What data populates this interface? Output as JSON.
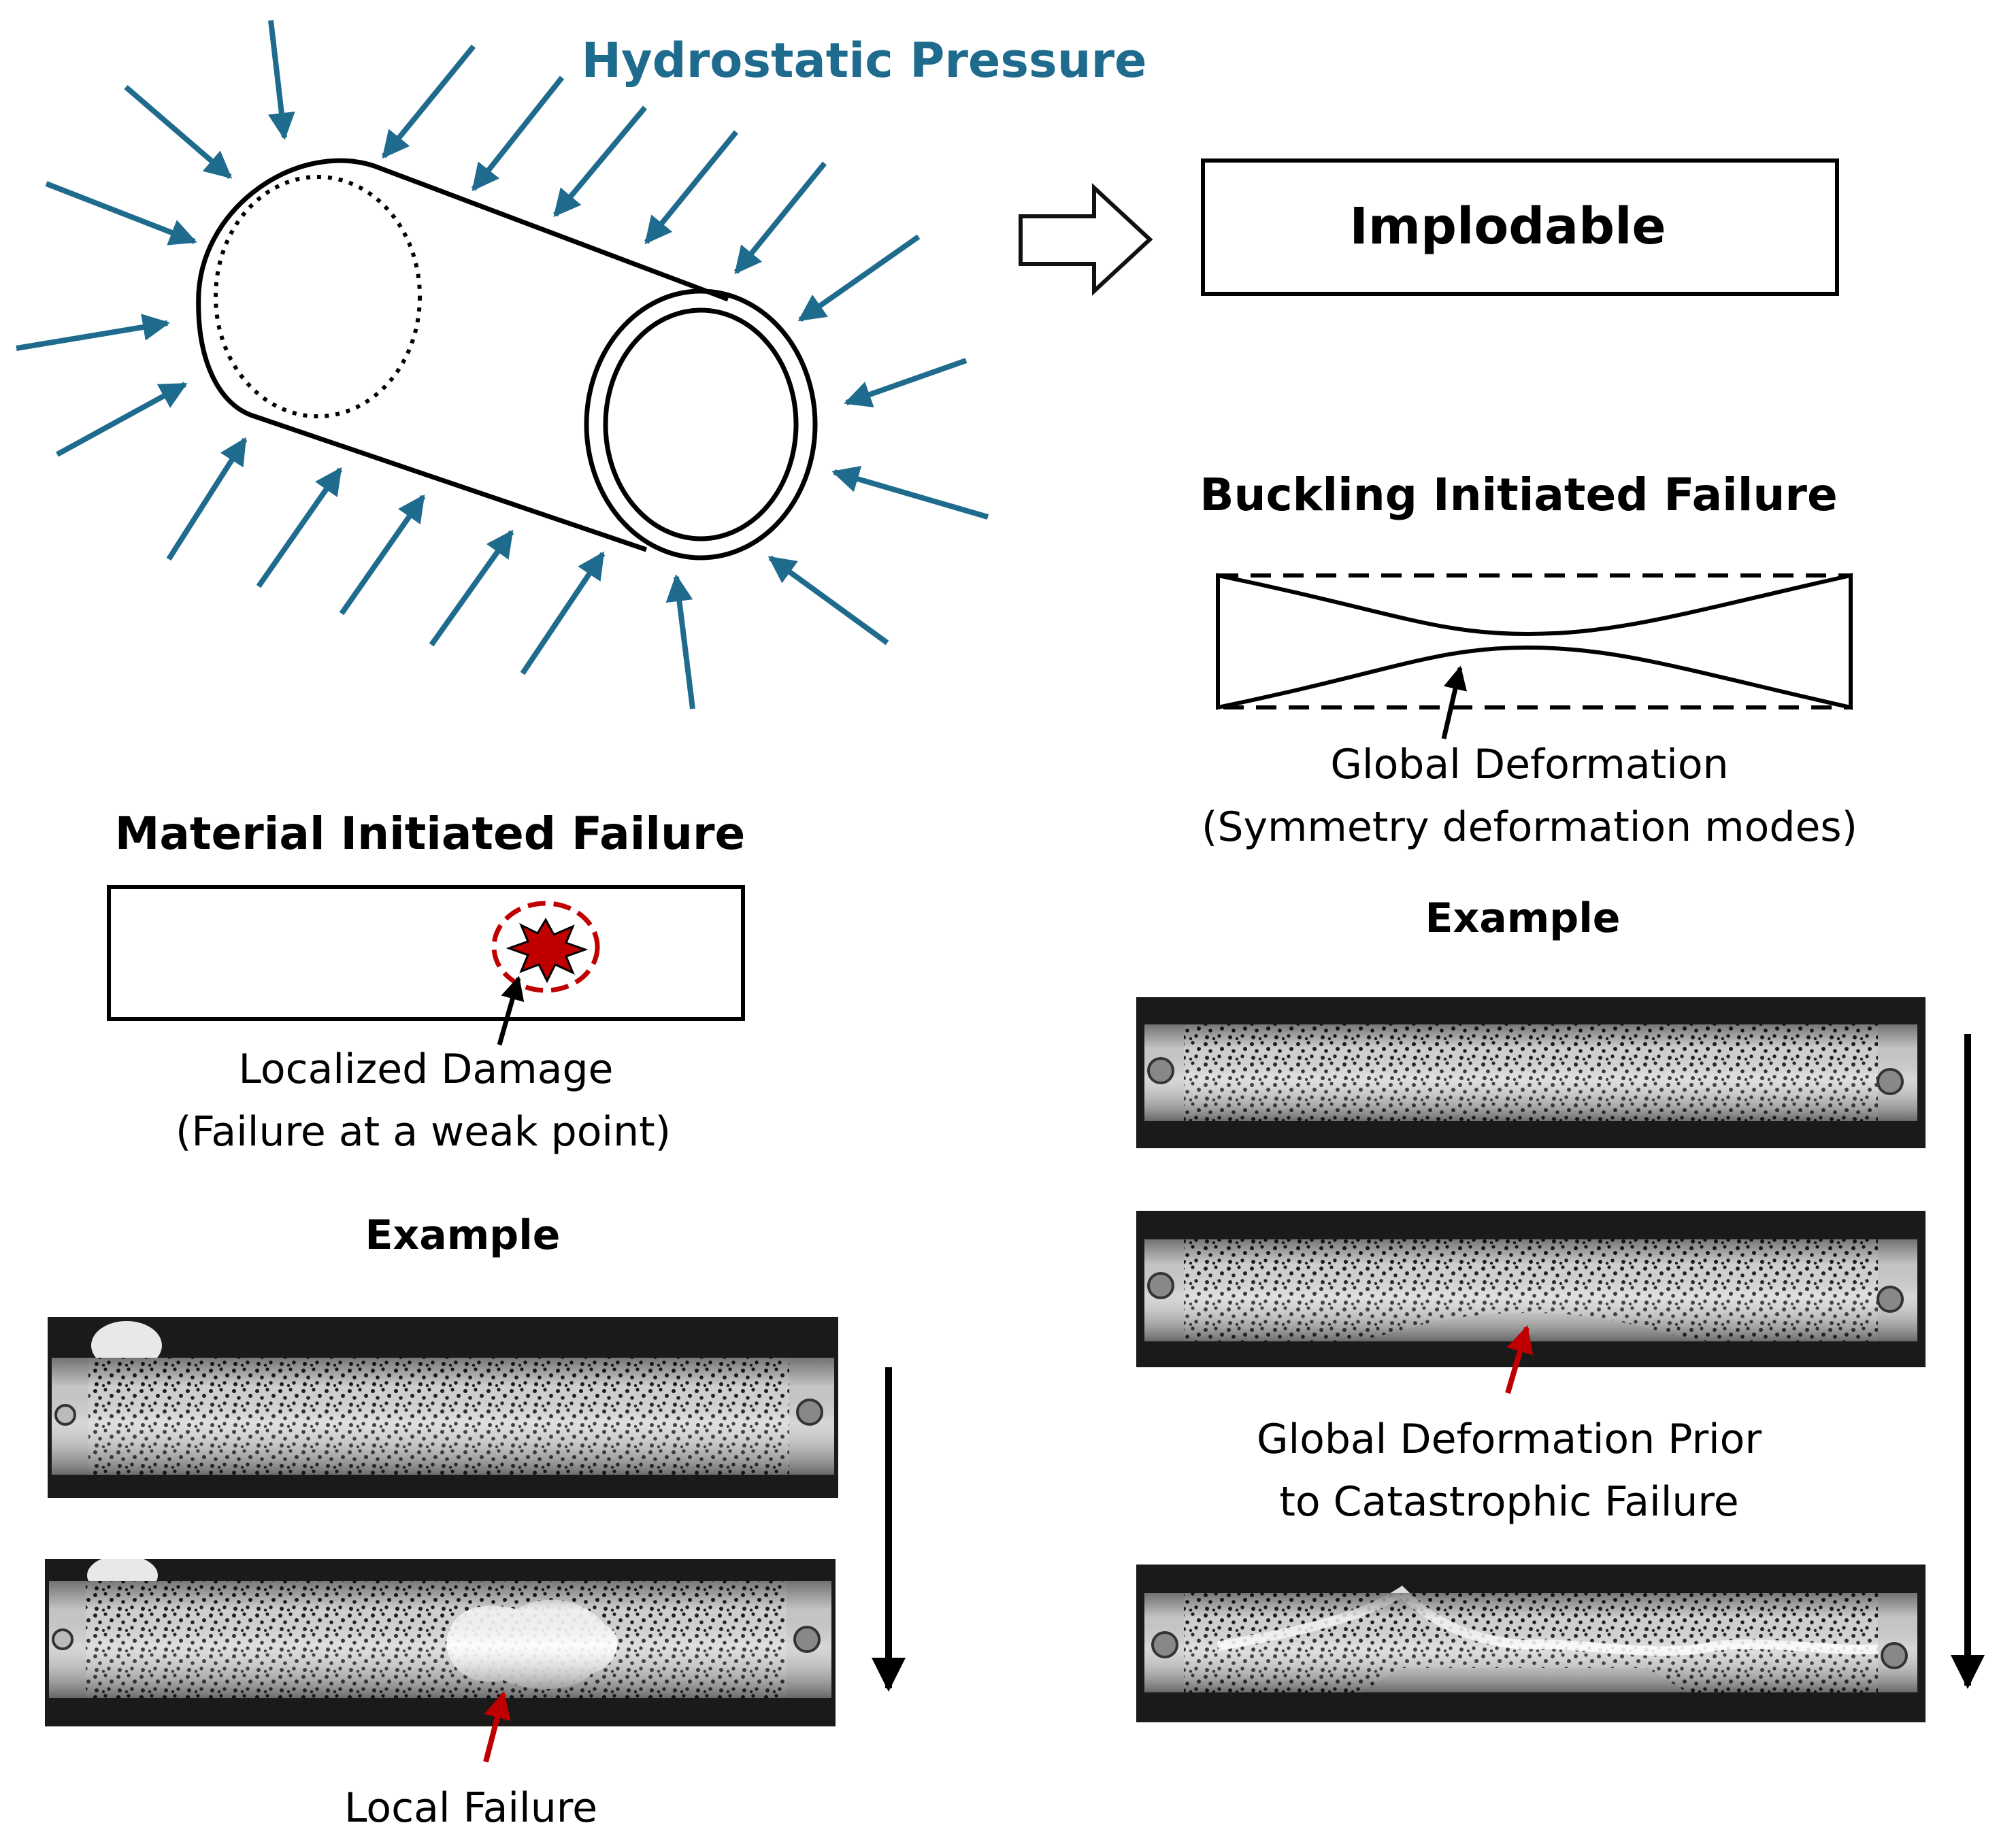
{
  "title": "Hydrostatic Pressure",
  "implodable_label": "Implodable",
  "buckling": {
    "heading": "Buckling Initiated Failure",
    "caption_line1": "Global Deformation",
    "caption_line2": "(Symmetry deformation modes)",
    "example_label": "Example",
    "annotation_line1": "Global Deformation Prior",
    "annotation_line2": "to Catastrophic Failure"
  },
  "material": {
    "heading": "Material Initiated Failure",
    "caption_line1": "Localized Damage",
    "caption_line2": "(Failure at a weak point)",
    "example_label": "Example",
    "annotation": "Local Failure"
  },
  "colors": {
    "pressure_arrow": "#1f6b8e",
    "title_text": "#1f6b8e",
    "damage_red": "#c00000",
    "annotation_arrow": "#c00000",
    "text": "#000000"
  }
}
